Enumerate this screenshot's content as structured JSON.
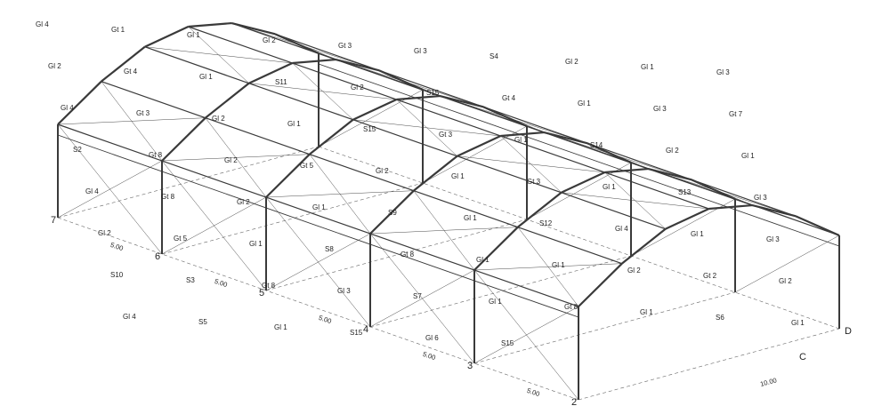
{
  "colors": {
    "frame": "#3a3a3a",
    "bracing": "#4a4a4a",
    "dim": "#666666"
  },
  "axes": [
    "7",
    "6",
    "5",
    "4",
    "3",
    "2",
    "C",
    "D"
  ],
  "dimensions": [
    "5.00",
    "5.00",
    "5.00",
    "5.00",
    "5.00",
    "10.00"
  ],
  "labels": [
    "Gl 4",
    "Gt 1",
    "Gl 1",
    "Gl 2",
    "Gt 3",
    "Gl 3",
    "S4",
    "Gl 2",
    "Gl 1",
    "Gl 3",
    "Gl 2",
    "Gt 4",
    "Gl 1",
    "S11",
    "Gl 2",
    "S15",
    "Gt 4",
    "Gl 1",
    "Gl 3",
    "Gt 7",
    "Gl 4",
    "Gt 3",
    "Gl 2",
    "Gl 1",
    "S15",
    "Gt 3",
    "Gl 1",
    "S14",
    "Gl 2",
    "Gl 1",
    "S2",
    "Gt 8",
    "Gl 2",
    "Gt 5",
    "Gl 2",
    "Gl 1",
    "Gt 3",
    "Gl 1",
    "S13",
    "Gl 3",
    "Gl 4",
    "Gt 8",
    "Gl 2",
    "Gl 1",
    "S9",
    "Gl 1",
    "S12",
    "Gl 4",
    "Gl 1",
    "Gl 3",
    "Gl 2",
    "Gt 5",
    "Gl 1",
    "S8",
    "Gt 8",
    "Gl 1",
    "Gl 1",
    "Gl 2",
    "Gt 2",
    "Gl 2",
    "S10",
    "S3",
    "Gt 8",
    "Gl 3",
    "S7",
    "Gl 1",
    "Gt 8",
    "Gl 1",
    "S6",
    "Gl 1",
    "Gl 4",
    "S5",
    "Gl 1",
    "S15",
    "Gl 6",
    "S15"
  ]
}
